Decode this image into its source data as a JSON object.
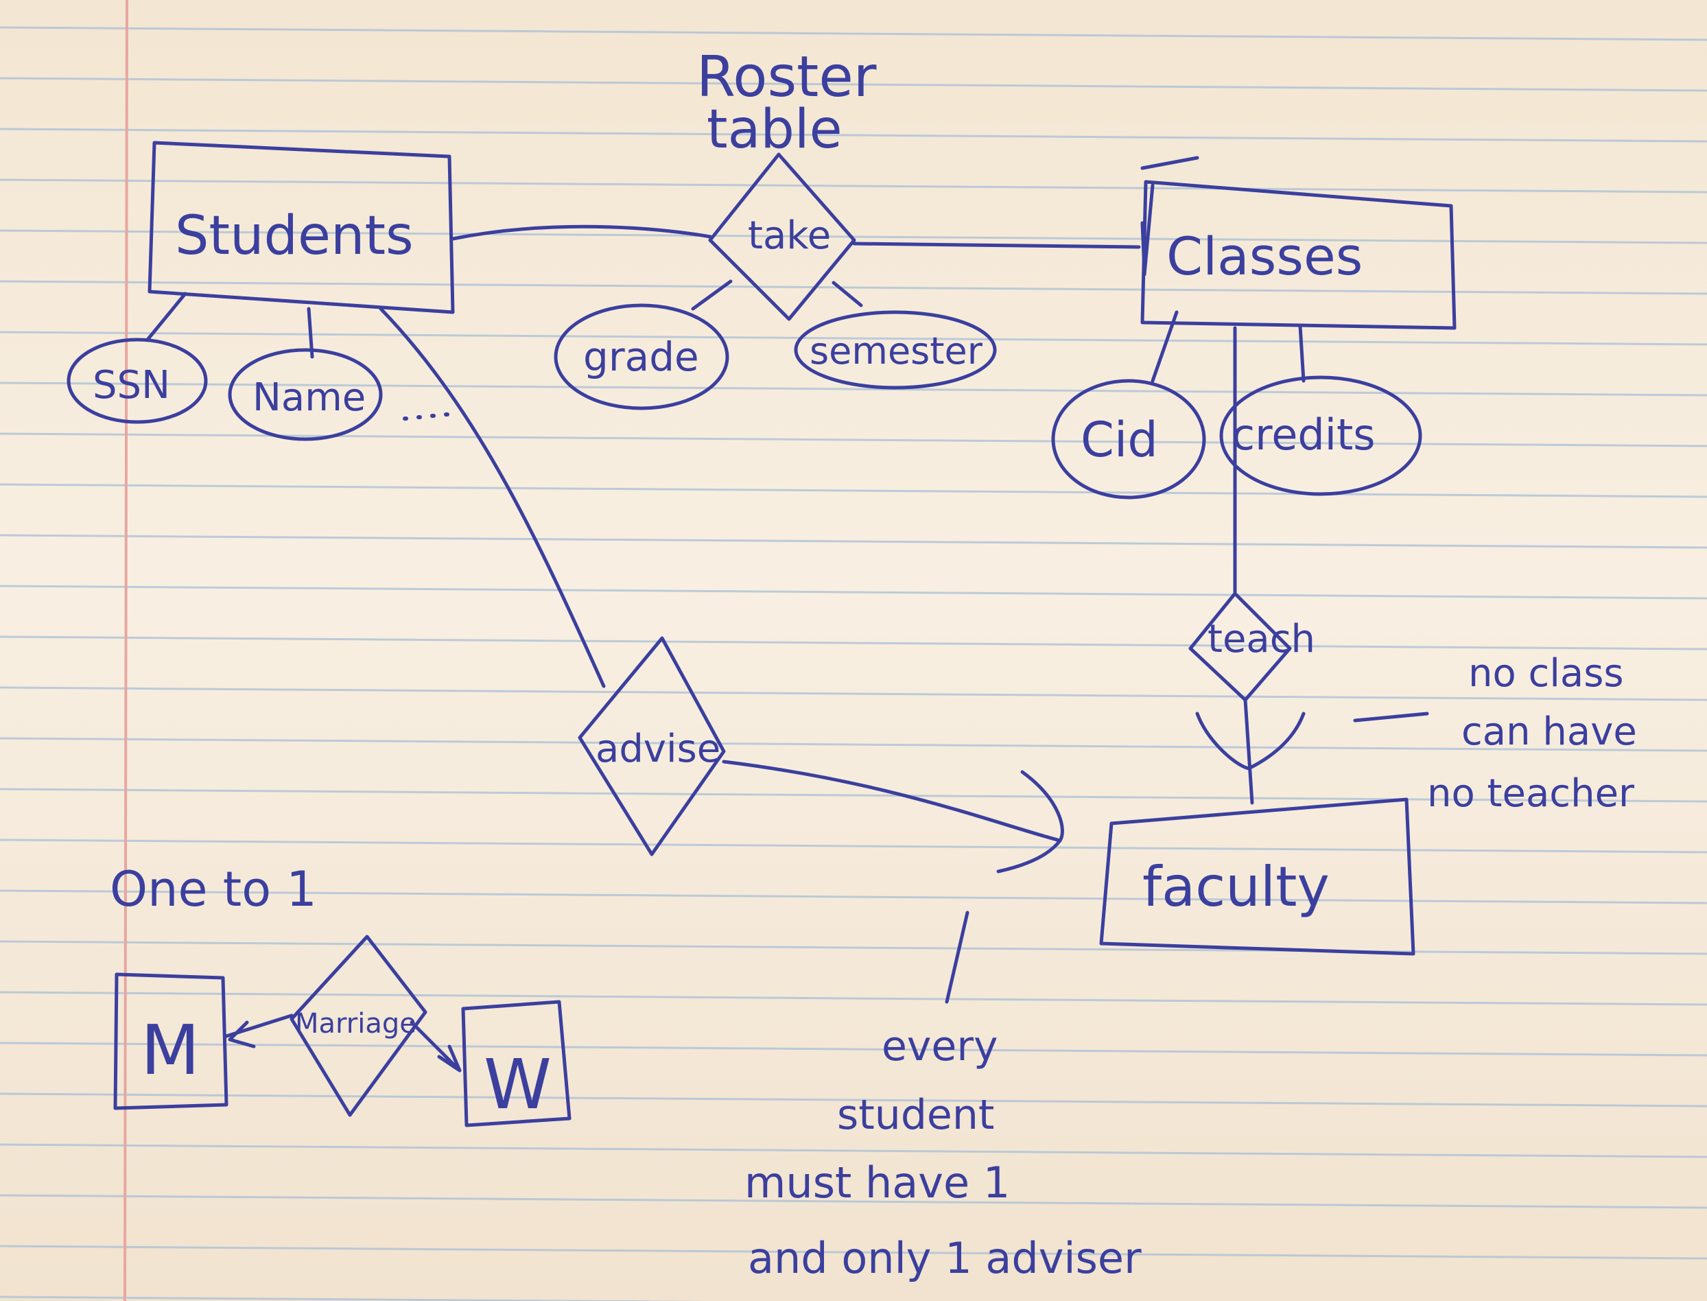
{
  "diagram": {
    "annotation_roster": "Roster table",
    "annotation_roster_line1": "Roster",
    "annotation_roster_line2": "table",
    "entities": {
      "students": "Students",
      "classes": "Classes",
      "faculty": "faculty",
      "m": "M",
      "w": "W"
    },
    "relationships": {
      "take": "take",
      "advise": "advise",
      "teach": "teach",
      "marriage": "Marriage"
    },
    "attributes": {
      "ssn": "SSN",
      "name": "Name",
      "ellipsis": "...",
      "grade": "grade",
      "semester": "semester",
      "cid": "Cid",
      "credits": "credits"
    },
    "notes": {
      "one_to_one": "One to 1",
      "no_class_line1": "no class",
      "no_class_line2": "can have",
      "no_class_line3": "no teacher",
      "every_line1": "every",
      "every_line2": "student",
      "every_line3": "must have 1",
      "every_line4": "and only 1 adviser"
    },
    "colors": {
      "ink": "#3b3f9e",
      "paper": "#f6ecdd",
      "rule_lines": "#a9bfd6",
      "margin_line": "#e7a7a0"
    }
  }
}
